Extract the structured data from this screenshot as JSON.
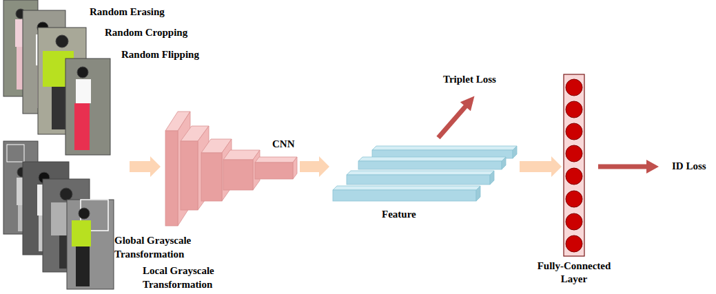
{
  "diagram": {
    "nodes": [
      {
        "text": [
          "CNN"
        ]
      },
      {
        "text": [
          "Feature"
        ]
      },
      {
        "text": [
          "Fully-Connected Layer"
        ]
      }
    ],
    "edges": [
      {
        "from": 0,
        "to": 1,
        "arrow": "to"
      },
      {
        "from": 1,
        "to": 2,
        "arrow": "to"
      }
    ],
    "labels": [
      "Random Erasing",
      "Random Cropping",
      "Random Flipping",
      "Global Grayscale Transformation",
      "Local Grayscale Transformation",
      "Triplet Loss",
      "ID Loss"
    ]
  }
}
